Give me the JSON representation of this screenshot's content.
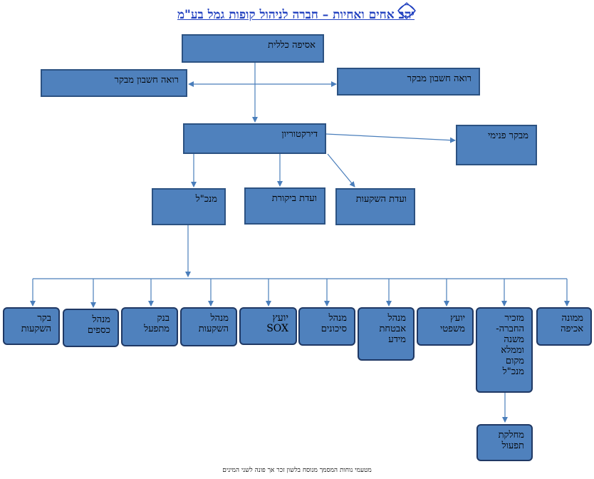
{
  "title": "יהב אחים ואחיות – חברה לניהול קופות גמל בע\"מ",
  "logo": {
    "icon": "interlocked-star-logo",
    "color": "#1f3fbf"
  },
  "colors": {
    "box_fill": "#4f81bd",
    "box_border": "#2c5282",
    "line": "#4a7ebb",
    "title": "#1f3fbf"
  },
  "boxes": {
    "general_assembly": "אסיפה כללית",
    "auditor_left": "רואה חשבון מבקר",
    "auditor_right": "רואה חשבון מבקר",
    "board": "דירקטוריון",
    "internal_auditor": "מבקר פנימי",
    "ceo": "מנכ\"ל",
    "audit_committee": "ועדת ביקורת",
    "investment_committee": "ועדת השקעות",
    "investment_controller": "בקר\nהשקעות",
    "finance_manager": "מנהל\nכספים",
    "operating_bank": "בנק\nמתפעל",
    "investment_manager": "מנהל\nהשקעות",
    "sox_advisor": "יועץ\nSOX",
    "risk_manager": "מנהל\nסיכונים",
    "infosec_manager": "מנהל\nאבטחת\nמידע",
    "legal_advisor": "יועץ\nמשפטי",
    "company_secretary": "מזכיר\nהחברה-\nמשנה\nוממלא\nמקום\nמנכ\"ל",
    "enforcement_officer": "ממונה\nאכיפה",
    "operations_dept": "מחלקת\nתפעול"
  },
  "footnote": "מטעמי נוחות המסמך מנוסח בלשון זכר אך פונה לשני המינים"
}
